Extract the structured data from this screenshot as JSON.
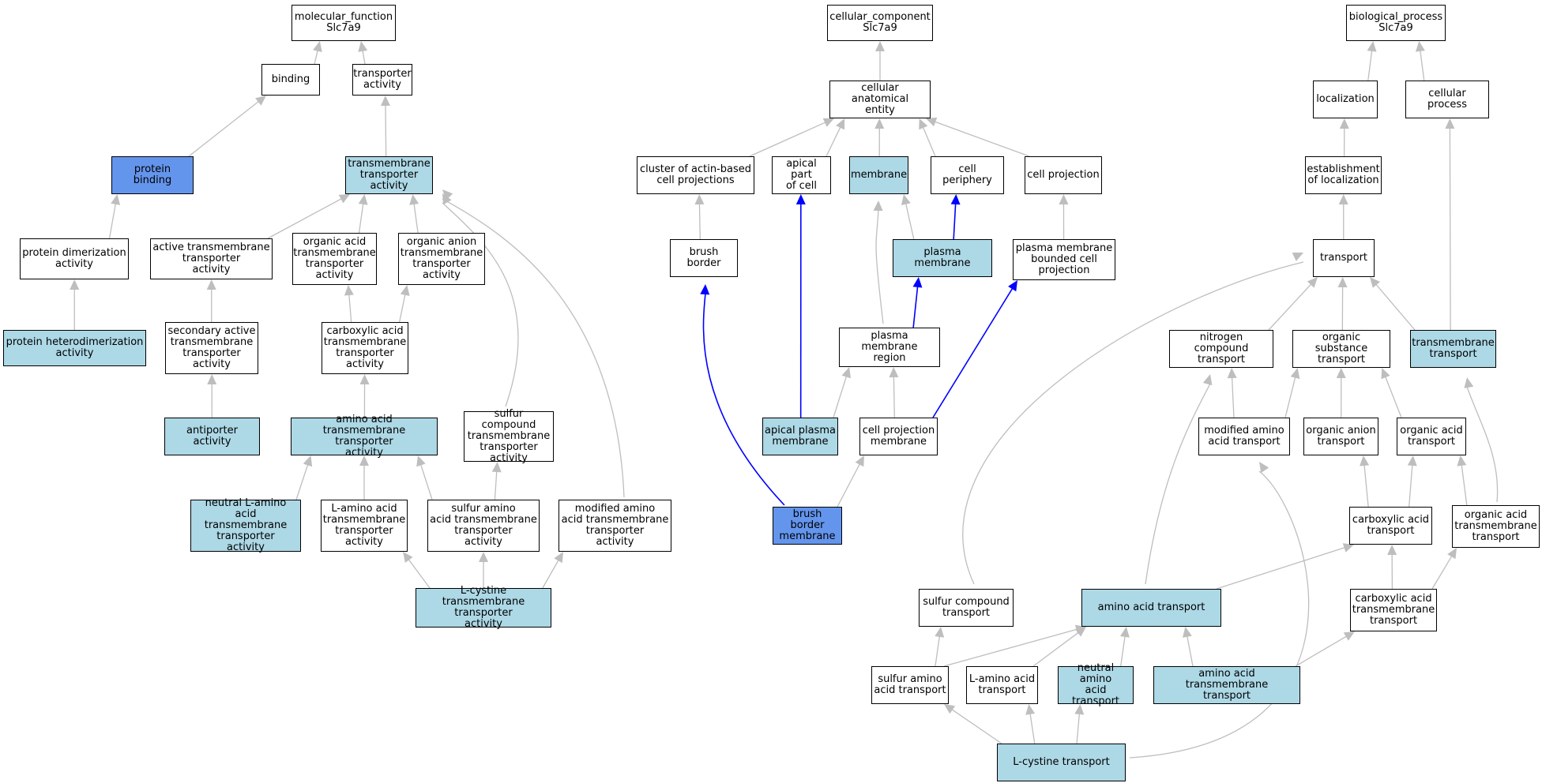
{
  "colors": {
    "plain": "#ffffff",
    "annotated": "#add8e6",
    "highlighted": "#6495ed",
    "edge": "#bebebe",
    "part_of_edge": "#0000ff",
    "border": "#000000"
  },
  "nodes": [
    {
      "id": "mf_root",
      "label": "molecular_function\nSlc7a9",
      "style": "plain"
    },
    {
      "id": "binding",
      "label": "binding",
      "style": "plain"
    },
    {
      "id": "transporter_activity",
      "label": "transporter\nactivity",
      "style": "plain"
    },
    {
      "id": "protein_binding",
      "label": "protein binding",
      "style": "highlighted"
    },
    {
      "id": "tm_transporter_activity",
      "label": "transmembrane\ntransporter\nactivity",
      "style": "annotated"
    },
    {
      "id": "protein_dimerization",
      "label": "protein dimerization\nactivity",
      "style": "plain"
    },
    {
      "id": "active_tm",
      "label": "active transmembrane\ntransporter\nactivity",
      "style": "plain"
    },
    {
      "id": "organic_acid_tm",
      "label": "organic acid\ntransmembrane\ntransporter\nactivity",
      "style": "plain"
    },
    {
      "id": "organic_anion_tm",
      "label": "organic anion\ntransmembrane\ntransporter\nactivity",
      "style": "plain"
    },
    {
      "id": "protein_heterodimerization",
      "label": "protein heterodimerization\nactivity",
      "style": "annotated"
    },
    {
      "id": "secondary_active_tm",
      "label": "secondary active\ntransmembrane\ntransporter\nactivity",
      "style": "plain"
    },
    {
      "id": "carboxylic_acid_tm_act",
      "label": "carboxylic acid\ntransmembrane\ntransporter\nactivity",
      "style": "plain"
    },
    {
      "id": "antiporter",
      "label": "antiporter activity",
      "style": "annotated"
    },
    {
      "id": "amino_acid_tm_act",
      "label": "amino acid transmembrane\ntransporter\nactivity",
      "style": "annotated"
    },
    {
      "id": "sulfur_compound_tm_act",
      "label": "sulfur compound\ntransmembrane\ntransporter\nactivity",
      "style": "plain"
    },
    {
      "id": "neutral_l_amino_act",
      "label": "neutral L-amino\nacid transmembrane\ntransporter\nactivity",
      "style": "annotated"
    },
    {
      "id": "l_amino_acid_tm_act",
      "label": "L-amino acid\ntransmembrane\ntransporter\nactivity",
      "style": "plain"
    },
    {
      "id": "sulfur_amino_acid_tm_act",
      "label": "sulfur amino\nacid transmembrane\ntransporter\nactivity",
      "style": "plain"
    },
    {
      "id": "modified_amino_acid_tm_act",
      "label": "modified amino\nacid transmembrane\ntransporter\nactivity",
      "style": "plain"
    },
    {
      "id": "l_cystine_tm_act",
      "label": "L-cystine transmembrane\ntransporter\nactivity",
      "style": "annotated"
    },
    {
      "id": "cc_root",
      "label": "cellular_component\nSlc7a9",
      "style": "plain"
    },
    {
      "id": "cellular_anatomical_entity",
      "label": "cellular anatomical\nentity",
      "style": "plain"
    },
    {
      "id": "cluster_actin",
      "label": "cluster of actin-based\ncell projections",
      "style": "plain"
    },
    {
      "id": "apical_part",
      "label": "apical part\nof cell",
      "style": "plain"
    },
    {
      "id": "membrane",
      "label": "membrane",
      "style": "annotated"
    },
    {
      "id": "cell_periphery",
      "label": "cell periphery",
      "style": "plain"
    },
    {
      "id": "cell_projection",
      "label": "cell projection",
      "style": "plain"
    },
    {
      "id": "brush_border",
      "label": "brush border",
      "style": "plain"
    },
    {
      "id": "plasma_membrane",
      "label": "plasma membrane",
      "style": "annotated"
    },
    {
      "id": "pm_bounded_cell_projection",
      "label": "plasma membrane\nbounded cell\nprojection",
      "style": "plain"
    },
    {
      "id": "pm_region",
      "label": "plasma membrane\nregion",
      "style": "plain"
    },
    {
      "id": "apical_pm",
      "label": "apical plasma\nmembrane",
      "style": "annotated"
    },
    {
      "id": "cell_projection_membrane",
      "label": "cell projection\nmembrane",
      "style": "plain"
    },
    {
      "id": "brush_border_membrane",
      "label": "brush border\nmembrane",
      "style": "highlighted"
    },
    {
      "id": "bp_root",
      "label": "biological_process\nSlc7a9",
      "style": "plain"
    },
    {
      "id": "localization",
      "label": "localization",
      "style": "plain"
    },
    {
      "id": "cellular_process",
      "label": "cellular process",
      "style": "plain"
    },
    {
      "id": "establishment_localization",
      "label": "establishment\nof localization",
      "style": "plain"
    },
    {
      "id": "transport",
      "label": "transport",
      "style": "plain"
    },
    {
      "id": "nitrogen_compound_transport",
      "label": "nitrogen compound\ntransport",
      "style": "plain"
    },
    {
      "id": "organic_substance_transport",
      "label": "organic substance\ntransport",
      "style": "plain"
    },
    {
      "id": "transmembrane_transport",
      "label": "transmembrane\ntransport",
      "style": "annotated"
    },
    {
      "id": "modified_amino_acid_transport",
      "label": "modified amino\nacid transport",
      "style": "plain"
    },
    {
      "id": "organic_anion_transport",
      "label": "organic anion\ntransport",
      "style": "plain"
    },
    {
      "id": "organic_acid_transport",
      "label": "organic acid\ntransport",
      "style": "plain"
    },
    {
      "id": "carboxylic_acid_transport",
      "label": "carboxylic acid\ntransport",
      "style": "plain"
    },
    {
      "id": "organic_acid_tm_transport",
      "label": "organic acid\ntransmembrane\ntransport",
      "style": "plain"
    },
    {
      "id": "sulfur_compound_transport",
      "label": "sulfur compound\ntransport",
      "style": "plain"
    },
    {
      "id": "amino_acid_transport",
      "label": "amino acid transport",
      "style": "annotated"
    },
    {
      "id": "carboxylic_acid_tm_transport",
      "label": "carboxylic acid\ntransmembrane\ntransport",
      "style": "plain"
    },
    {
      "id": "sulfur_amino_acid_transport",
      "label": "sulfur amino\nacid transport",
      "style": "plain"
    },
    {
      "id": "l_amino_acid_transport",
      "label": "L-amino acid\ntransport",
      "style": "plain"
    },
    {
      "id": "neutral_amino_acid_transport",
      "label": "neutral amino\nacid transport",
      "style": "annotated"
    },
    {
      "id": "amino_acid_tm_transport",
      "label": "amino acid transmembrane\ntransport",
      "style": "annotated"
    },
    {
      "id": "l_cystine_transport",
      "label": "L-cystine transport",
      "style": "annotated"
    }
  ],
  "edges": [
    {
      "from": "binding",
      "to": "mf_root",
      "kind": "is_a"
    },
    {
      "from": "transporter_activity",
      "to": "mf_root",
      "kind": "is_a"
    },
    {
      "from": "protein_binding",
      "to": "binding",
      "kind": "is_a"
    },
    {
      "from": "tm_transporter_activity",
      "to": "transporter_activity",
      "kind": "is_a"
    },
    {
      "from": "protein_dimerization",
      "to": "protein_binding",
      "kind": "is_a"
    },
    {
      "from": "protein_heterodimerization",
      "to": "protein_dimerization",
      "kind": "is_a"
    },
    {
      "from": "active_tm",
      "to": "tm_transporter_activity",
      "kind": "is_a"
    },
    {
      "from": "organic_acid_tm",
      "to": "tm_transporter_activity",
      "kind": "is_a"
    },
    {
      "from": "organic_anion_tm",
      "to": "tm_transporter_activity",
      "kind": "is_a"
    },
    {
      "from": "sulfur_compound_tm_act",
      "to": "tm_transporter_activity",
      "kind": "is_a",
      "curve": "c1"
    },
    {
      "from": "modified_amino_acid_tm_act",
      "to": "tm_transporter_activity",
      "kind": "is_a",
      "curve": "c2"
    },
    {
      "from": "secondary_active_tm",
      "to": "active_tm",
      "kind": "is_a"
    },
    {
      "from": "antiporter",
      "to": "secondary_active_tm",
      "kind": "is_a"
    },
    {
      "from": "carboxylic_acid_tm_act",
      "to": "organic_acid_tm",
      "kind": "is_a"
    },
    {
      "from": "carboxylic_acid_tm_act",
      "to": "organic_anion_tm",
      "kind": "is_a"
    },
    {
      "from": "amino_acid_tm_act",
      "to": "carboxylic_acid_tm_act",
      "kind": "is_a"
    },
    {
      "from": "neutral_l_amino_act",
      "to": "amino_acid_tm_act",
      "kind": "is_a"
    },
    {
      "from": "l_amino_acid_tm_act",
      "to": "amino_acid_tm_act",
      "kind": "is_a"
    },
    {
      "from": "sulfur_amino_acid_tm_act",
      "to": "amino_acid_tm_act",
      "kind": "is_a"
    },
    {
      "from": "sulfur_amino_acid_tm_act",
      "to": "sulfur_compound_tm_act",
      "kind": "is_a"
    },
    {
      "from": "l_cystine_tm_act",
      "to": "l_amino_acid_tm_act",
      "kind": "is_a"
    },
    {
      "from": "l_cystine_tm_act",
      "to": "sulfur_amino_acid_tm_act",
      "kind": "is_a"
    },
    {
      "from": "l_cystine_tm_act",
      "to": "modified_amino_acid_tm_act",
      "kind": "is_a"
    },
    {
      "from": "cellular_anatomical_entity",
      "to": "cc_root",
      "kind": "is_a"
    },
    {
      "from": "cluster_actin",
      "to": "cellular_anatomical_entity",
      "kind": "is_a"
    },
    {
      "from": "apical_part",
      "to": "cellular_anatomical_entity",
      "kind": "is_a"
    },
    {
      "from": "membrane",
      "to": "cellular_anatomical_entity",
      "kind": "is_a"
    },
    {
      "from": "cell_periphery",
      "to": "cellular_anatomical_entity",
      "kind": "is_a"
    },
    {
      "from": "cell_projection",
      "to": "cellular_anatomical_entity",
      "kind": "is_a"
    },
    {
      "from": "brush_border",
      "to": "cluster_actin",
      "kind": "is_a"
    },
    {
      "from": "plasma_membrane",
      "to": "membrane",
      "kind": "is_a"
    },
    {
      "from": "plasma_membrane",
      "to": "cell_periphery",
      "kind": "part_of"
    },
    {
      "from": "pm_bounded_cell_projection",
      "to": "cell_projection",
      "kind": "is_a"
    },
    {
      "from": "pm_region",
      "to": "membrane",
      "kind": "is_a",
      "curve": "c3"
    },
    {
      "from": "pm_region",
      "to": "plasma_membrane",
      "kind": "part_of"
    },
    {
      "from": "apical_pm",
      "to": "pm_region",
      "kind": "is_a"
    },
    {
      "from": "apical_pm",
      "to": "apical_part",
      "kind": "part_of"
    },
    {
      "from": "cell_projection_membrane",
      "to": "pm_region",
      "kind": "is_a"
    },
    {
      "from": "cell_projection_membrane",
      "to": "pm_bounded_cell_projection",
      "kind": "part_of"
    },
    {
      "from": "brush_border_membrane",
      "to": "cell_projection_membrane",
      "kind": "is_a"
    },
    {
      "from": "brush_border_membrane",
      "to": "brush_border",
      "kind": "part_of",
      "curve": "c4"
    },
    {
      "from": "localization",
      "to": "bp_root",
      "kind": "is_a"
    },
    {
      "from": "cellular_process",
      "to": "bp_root",
      "kind": "is_a"
    },
    {
      "from": "establishment_localization",
      "to": "localization",
      "kind": "is_a"
    },
    {
      "from": "transport",
      "to": "establishment_localization",
      "kind": "is_a"
    },
    {
      "from": "transmembrane_transport",
      "to": "cellular_process",
      "kind": "is_a"
    },
    {
      "from": "transmembrane_transport",
      "to": "transport",
      "kind": "is_a"
    },
    {
      "from": "nitrogen_compound_transport",
      "to": "transport",
      "kind": "is_a"
    },
    {
      "from": "organic_substance_transport",
      "to": "transport",
      "kind": "is_a"
    },
    {
      "from": "sulfur_compound_transport",
      "to": "transport",
      "kind": "is_a",
      "curve": "c5"
    },
    {
      "from": "modified_amino_acid_transport",
      "to": "nitrogen_compound_transport",
      "kind": "is_a"
    },
    {
      "from": "modified_amino_acid_transport",
      "to": "organic_substance_transport",
      "kind": "is_a"
    },
    {
      "from": "organic_anion_transport",
      "to": "organic_substance_transport",
      "kind": "is_a"
    },
    {
      "from": "organic_acid_transport",
      "to": "organic_substance_transport",
      "kind": "is_a"
    },
    {
      "from": "carboxylic_acid_transport",
      "to": "organic_anion_transport",
      "kind": "is_a"
    },
    {
      "from": "carboxylic_acid_transport",
      "to": "organic_acid_transport",
      "kind": "is_a"
    },
    {
      "from": "organic_acid_tm_transport",
      "to": "organic_acid_transport",
      "kind": "is_a"
    },
    {
      "from": "organic_acid_tm_transport",
      "to": "transmembrane_transport",
      "kind": "is_a",
      "curve": "c6"
    },
    {
      "from": "carboxylic_acid_tm_transport",
      "to": "carboxylic_acid_transport",
      "kind": "is_a"
    },
    {
      "from": "carboxylic_acid_tm_transport",
      "to": "organic_acid_tm_transport",
      "kind": "is_a"
    },
    {
      "from": "amino_acid_transport",
      "to": "carboxylic_acid_transport",
      "kind": "is_a"
    },
    {
      "from": "amino_acid_transport",
      "to": "nitrogen_compound_transport",
      "kind": "is_a",
      "curve": "c7"
    },
    {
      "from": "sulfur_amino_acid_transport",
      "to": "sulfur_compound_transport",
      "kind": "is_a"
    },
    {
      "from": "sulfur_amino_acid_transport",
      "to": "amino_acid_transport",
      "kind": "is_a"
    },
    {
      "from": "l_amino_acid_transport",
      "to": "amino_acid_transport",
      "kind": "is_a"
    },
    {
      "from": "neutral_amino_acid_transport",
      "to": "amino_acid_transport",
      "kind": "is_a"
    },
    {
      "from": "amino_acid_tm_transport",
      "to": "amino_acid_transport",
      "kind": "is_a"
    },
    {
      "from": "amino_acid_tm_transport",
      "to": "carboxylic_acid_tm_transport",
      "kind": "is_a"
    },
    {
      "from": "l_cystine_transport",
      "to": "sulfur_amino_acid_transport",
      "kind": "is_a"
    },
    {
      "from": "l_cystine_transport",
      "to": "l_amino_acid_transport",
      "kind": "is_a"
    },
    {
      "from": "l_cystine_transport",
      "to": "neutral_amino_acid_transport",
      "kind": "is_a"
    },
    {
      "from": "l_cystine_transport",
      "to": "modified_amino_acid_transport",
      "kind": "is_a",
      "curve": "c8"
    }
  ]
}
